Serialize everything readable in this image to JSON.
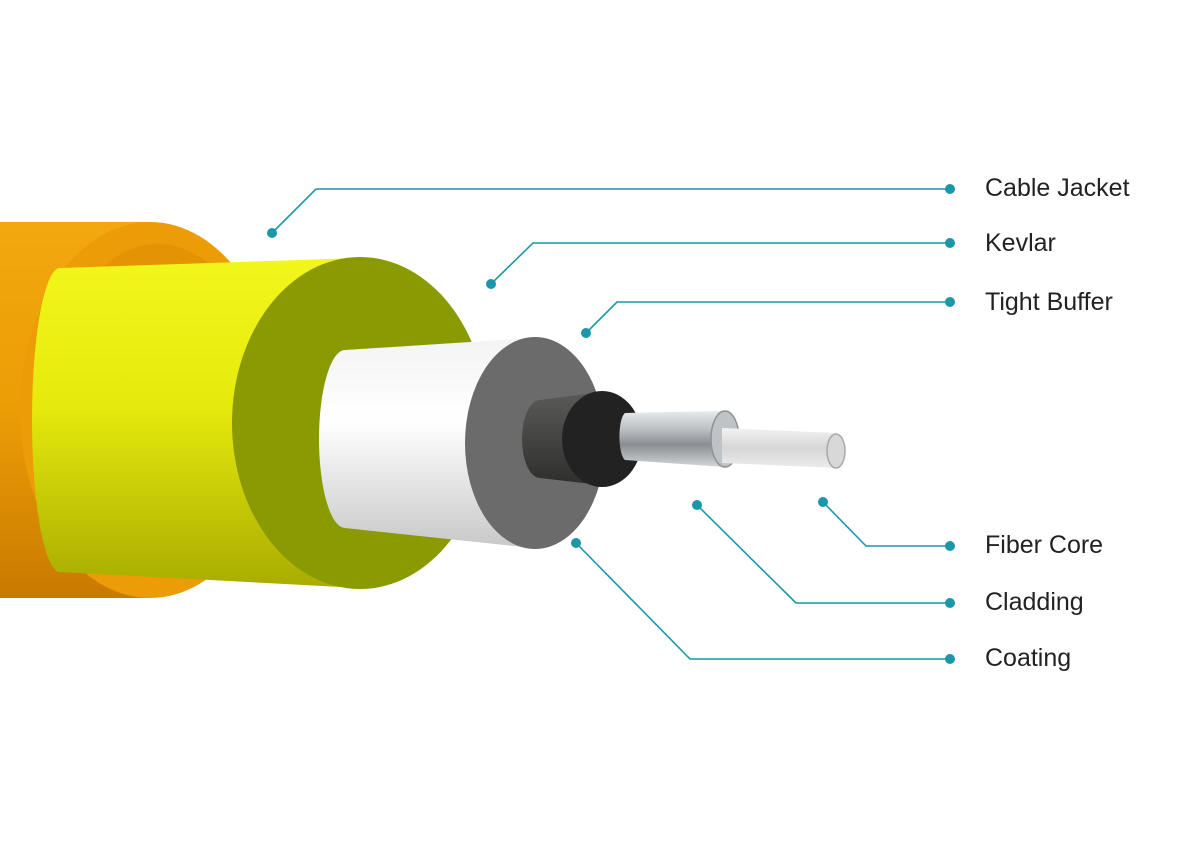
{
  "diagram": {
    "title": "",
    "accent_color": "#1a97a8",
    "layer_colors": {
      "cable_jacket": "#f0a010",
      "kevlar": "#e8ec10",
      "tight_buffer": "#ffffff",
      "coating": "#4a4a48",
      "cladding": "#c8ccd0",
      "fiber_core": "#e2e2e2"
    },
    "labels": {
      "cable_jacket": "Cable Jacket",
      "kevlar": "Kevlar",
      "tight_buffer": "Tight Buffer",
      "fiber_core": "Fiber Core",
      "cladding": "Cladding",
      "coating": "Coating"
    }
  }
}
